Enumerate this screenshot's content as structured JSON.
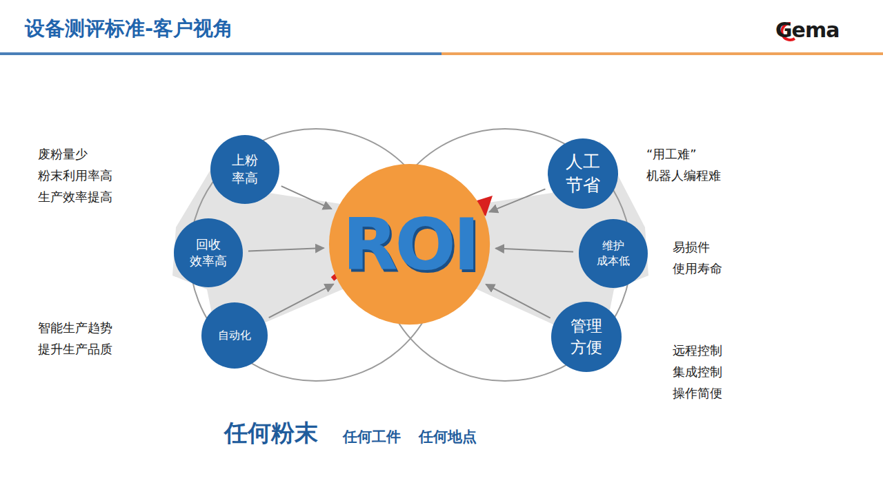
{
  "diagram": {
    "title": "设备测评标准-客户视角",
    "nodes": [
      {
        "text": [
          "ROI"
        ]
      },
      {
        "text": [
          "上粉 率高"
        ]
      },
      {
        "text": [
          "回收 效率高"
        ]
      },
      {
        "text": [
          "自动化"
        ]
      },
      {
        "text": [
          "人工 节省"
        ]
      },
      {
        "text": [
          "维护 成本低"
        ]
      },
      {
        "text": [
          "管理 方便"
        ]
      }
    ],
    "edges": [
      {
        "from": 1,
        "to": 0,
        "arrow": "to"
      },
      {
        "from": 2,
        "to": 0,
        "arrow": "to"
      },
      {
        "from": 3,
        "to": 0,
        "arrow": "to"
      },
      {
        "from": 4,
        "to": 0,
        "arrow": "to"
      },
      {
        "from": 5,
        "to": 0,
        "arrow": "to"
      },
      {
        "from": 6,
        "to": 0,
        "arrow": "to"
      }
    ],
    "labels": [
      "Gema",
      "废粉量少",
      "粉末利用率高",
      "生产效率提高",
      "智能生产趋势",
      "提升生产品质",
      "“用工难”",
      "机器人编程难",
      "易损件",
      "使用寿命",
      "远程控制",
      "集成控制",
      "操作简便",
      "任何粉末",
      "任何工件",
      "任何地点"
    ]
  }
}
